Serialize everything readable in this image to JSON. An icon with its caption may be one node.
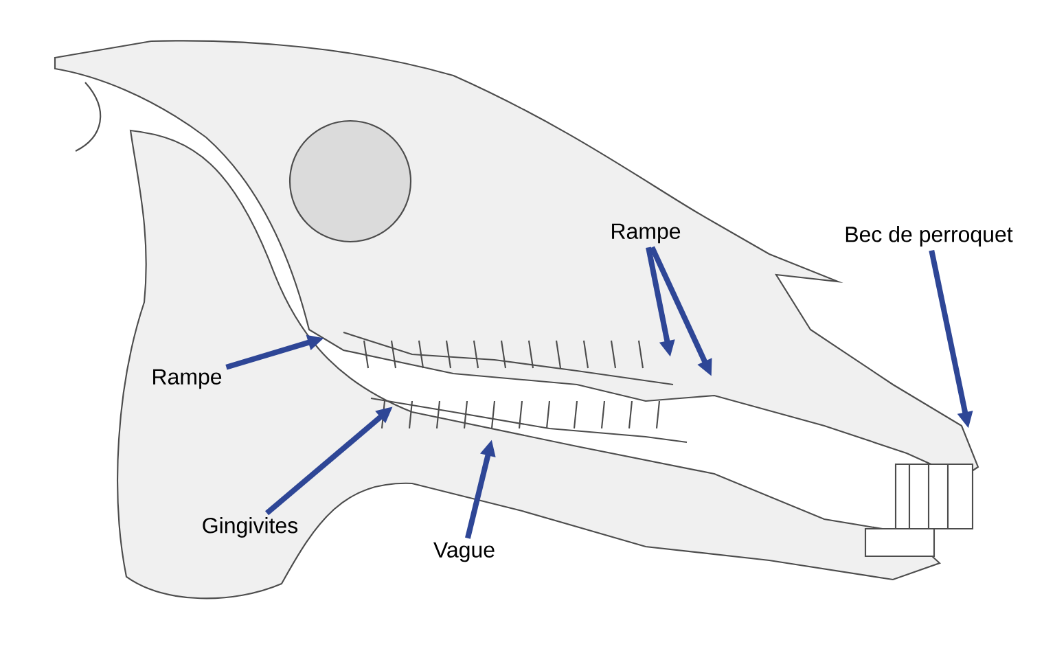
{
  "diagram": {
    "nodes": [
      {
        "text": [
          "Rampe"
        ]
      },
      {
        "text": [
          "Gingivites"
        ]
      },
      {
        "text": [
          "Vague"
        ]
      },
      {
        "text": [
          "Rampe"
        ]
      },
      {
        "text": [
          "Bec de perroquet"
        ]
      }
    ],
    "edges": [
      {
        "from": 0,
        "to": null,
        "arrow": "to"
      },
      {
        "from": 1,
        "to": null,
        "arrow": "to"
      },
      {
        "from": 2,
        "to": null,
        "arrow": "to"
      },
      {
        "from": 3,
        "to": null,
        "arrow": "to"
      },
      {
        "from": 3,
        "to": null,
        "arrow": "to"
      },
      {
        "from": 4,
        "to": null,
        "arrow": "to"
      }
    ]
  }
}
